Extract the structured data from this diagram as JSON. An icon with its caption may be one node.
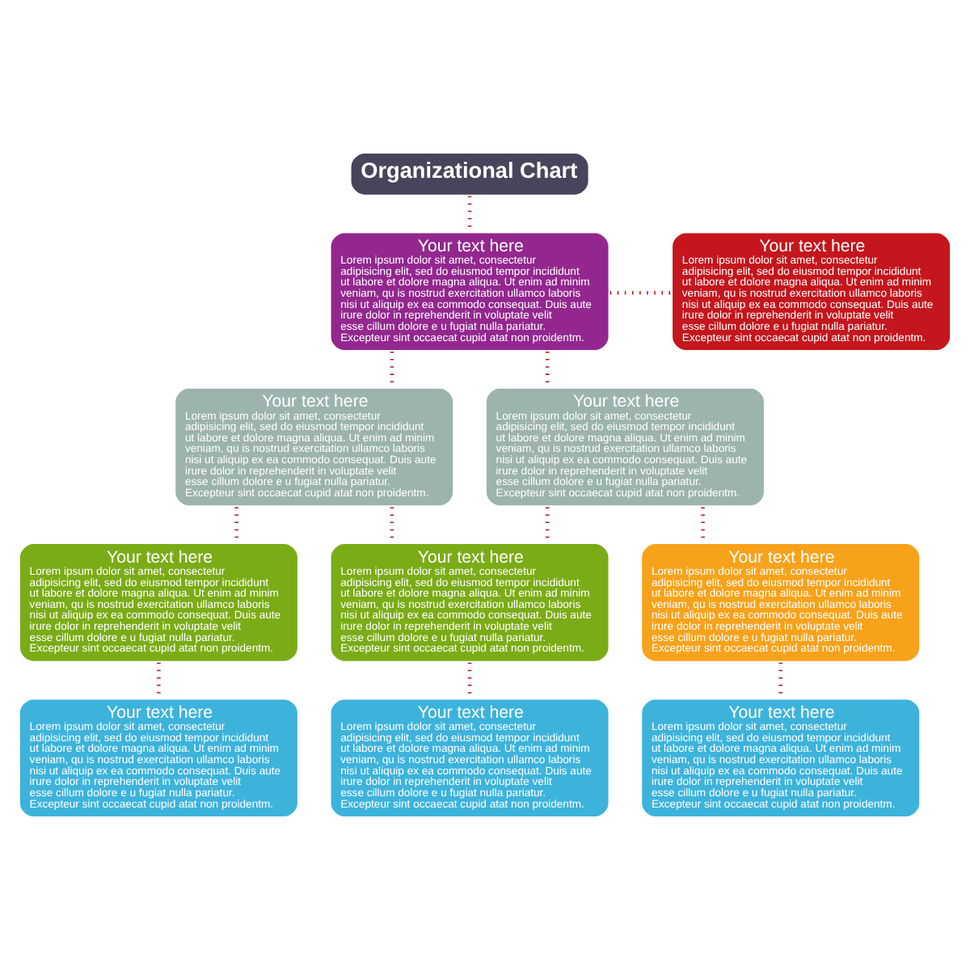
{
  "diagram": {
    "nodes": [
      {
        "text": [
          "Organizational Chart"
        ]
      },
      {
        "text": [
          "Your text here",
          "Lorem ipsum dolor sit amet, consectetur adipisicing elit, sed do eiusmod tempor incididunt ut labore et dolore magna aliqua. Ut enim ad minim veniam, qu is nostrud exercitation ullamco laboris nisi ut aliquip ex ea commodo consequat. Duis aute irure dolor in reprehenderit in voluptate velit esse cillum dolore e u fugiat nulla pariatur. Excepteur sint occaecat cupid atat non proidentm."
        ]
      },
      {
        "text": [
          "Your text here",
          "Lorem ipsum dolor sit amet, consectetur adipisicing elit, sed do eiusmod tempor incididunt ut labore et dolore magna aliqua. Ut enim ad minim veniam, qu is nostrud exercitation ullamco laboris nisi ut aliquip ex ea commodo consequat. Duis aute irure dolor in reprehenderit in voluptate velit esse cillum dolore e u fugiat nulla pariatur. Excepteur sint occaecat cupid atat non proidentm."
        ]
      },
      {
        "text": [
          "Your text here",
          "Lorem ipsum dolor sit amet, consectetur adipisicing elit, sed do eiusmod tempor incididunt ut labore et dolore magna aliqua. Ut enim ad minim veniam, qu is nostrud exercitation ullamco laboris nisi ut aliquip ex ea commodo consequat. Duis aute irure dolor in reprehenderit in voluptate velit esse cillum dolore e u fugiat nulla pariatur. Excepteur sint occaecat cupid atat non proidentm."
        ]
      },
      {
        "text": [
          "Your text here",
          "Lorem ipsum dolor sit amet, consectetur adipisicing elit, sed do eiusmod tempor incididunt ut labore et dolore magna aliqua. Ut enim ad minim veniam, qu is nostrud exercitation ullamco laboris nisi ut aliquip ex ea commodo consequat. Duis aute irure dolor in reprehenderit in voluptate velit esse cillum dolore e u fugiat nulla pariatur. Excepteur sint occaecat cupid atat non proidentm."
        ]
      },
      {
        "text": [
          "Your text here",
          "Lorem ipsum dolor sit amet, consectetur adipisicing elit, sed do eiusmod tempor incididunt ut labore et dolore magna aliqua. Ut enim ad minim veniam, qu is nostrud exercitation ullamco laboris nisi ut aliquip ex ea commodo consequat. Duis aute irure dolor in reprehenderit in voluptate velit esse cillum dolore e u fugiat nulla pariatur. Excepteur sint occaecat cupid atat non proidentm."
        ]
      },
      {
        "text": [
          "Your text here",
          "Lorem ipsum dolor sit amet, consectetur adipisicing elit, sed do eiusmod tempor incididunt ut labore et dolore magna aliqua. Ut enim ad minim veniam, qu is nostrud exercitation ullamco laboris nisi ut aliquip ex ea commodo consequat. Duis aute irure dolor in reprehenderit in voluptate velit esse cillum dolore e u fugiat nulla pariatur. Excepteur sint occaecat cupid atat non proidentm."
        ]
      },
      {
        "text": [
          "Your text here",
          "Lorem ipsum dolor sit amet, consectetur adipisicing elit, sed do eiusmod tempor incididunt ut labore et dolore magna aliqua. Ut enim ad minim veniam, qu is nostrud exercitation ullamco laboris nisi ut aliquip ex ea commodo consequat. Duis aute irure dolor in reprehenderit in voluptate velit esse cillum dolore e u fugiat nulla pariatur. Excepteur sint occaecat cupid atat non proidentm."
        ]
      },
      {
        "text": [
          "Your text here",
          "Lorem ipsum dolor sit amet, consectetur adipisicing elit, sed do eiusmod tempor incididunt ut labore et dolore magna aliqua. Ut enim ad minim veniam, qu is nostrud exercitation ullamco laboris nisi ut aliquip ex ea commodo consequat. Duis aute irure dolor in reprehenderit in voluptate velit esse cillum dolore e u fugiat nulla pariatur. Excepteur sint occaecat cupid atat non proidentm."
        ]
      },
      {
        "text": [
          "Your text here",
          "Lorem ipsum dolor sit amet, consectetur adipisicing elit, sed do eiusmod tempor incididunt ut labore et dolore magna aliqua. Ut enim ad minim veniam, qu is nostrud exercitation ullamco laboris nisi ut aliquip ex ea commodo consequat. Duis aute irure dolor in reprehenderit in voluptate velit esse cillum dolore e u fugiat nulla pariatur. Excepteur sint occaecat cupid atat non proidentm."
        ]
      },
      {
        "text": [
          "Your text here",
          "Lorem ipsum dolor sit amet, consectetur adipisicing elit, sed do eiusmod tempor incididunt ut labore et dolore magna aliqua. Ut enim ad minim veniam, qu is nostrud exercitation ullamco laboris nisi ut aliquip ex ea commodo consequat. Duis aute irure dolor in reprehenderit in voluptate velit esse cillum dolore e u fugiat nulla pariatur. Excepteur sint occaecat cupid atat non proidentm."
        ]
      }
    ],
    "edges": [
      {
        "from": 0,
        "to": 1,
        "arrow": "none"
      },
      {
        "from": 1,
        "to": 2,
        "arrow": "none"
      },
      {
        "from": 1,
        "to": 3,
        "arrow": "none"
      },
      {
        "from": 1,
        "to": 4,
        "arrow": "none"
      },
      {
        "from": 3,
        "to": 5,
        "arrow": "none"
      },
      {
        "from": 3,
        "to": 6,
        "arrow": "none"
      },
      {
        "from": 4,
        "to": 6,
        "arrow": "none"
      },
      {
        "from": 4,
        "to": 7,
        "arrow": "none"
      },
      {
        "from": 5,
        "to": 8,
        "arrow": "none"
      },
      {
        "from": 6,
        "to": 9,
        "arrow": "none"
      },
      {
        "from": 7,
        "to": 10,
        "arrow": "none"
      }
    ]
  }
}
